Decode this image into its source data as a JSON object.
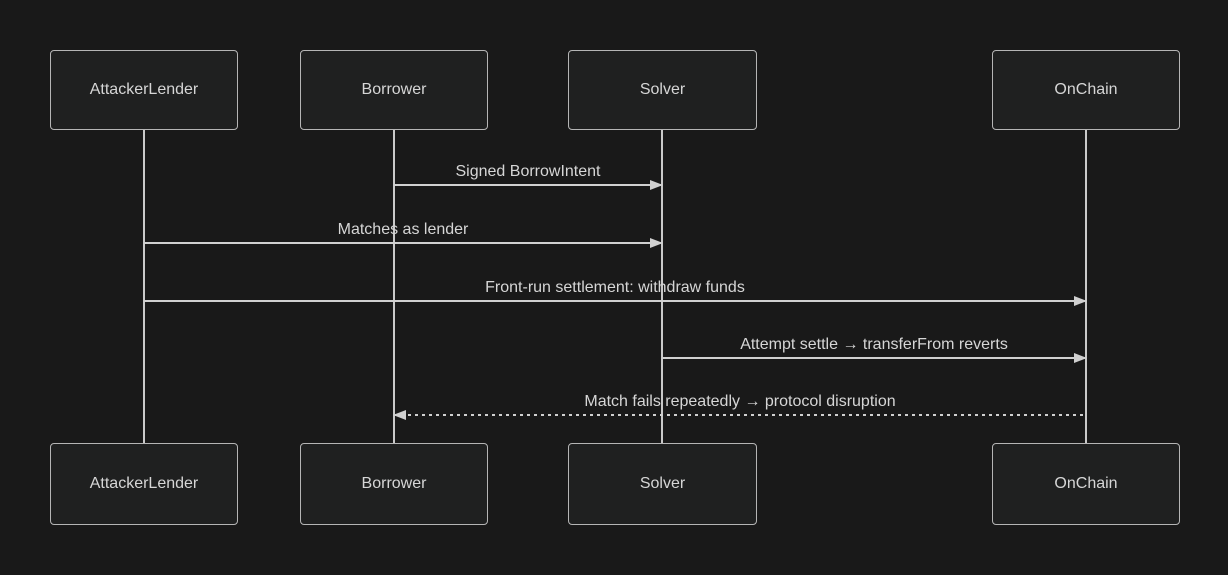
{
  "diagram": {
    "type": "sequence",
    "colors": {
      "background": "#191919",
      "actor_fill": "#1f2020",
      "actor_border": "#b5b5b5",
      "lifeline": "#c9c9c9",
      "message_line": "#d0d0d0",
      "text": "#d6d6d6"
    },
    "actors": [
      {
        "name": "AttackerLender"
      },
      {
        "name": "Borrower"
      },
      {
        "name": "Solver"
      },
      {
        "name": "OnChain"
      }
    ],
    "messages": [
      {
        "from": "Borrower",
        "to": "Solver",
        "style": "solid",
        "label": "Signed BorrowIntent"
      },
      {
        "from": "AttackerLender",
        "to": "Solver",
        "style": "solid",
        "label": "Matches as lender"
      },
      {
        "from": "AttackerLender",
        "to": "OnChain",
        "style": "solid",
        "label": "Front-run settlement: withdraw funds"
      },
      {
        "from": "Solver",
        "to": "OnChain",
        "style": "solid",
        "label": "Attempt settle → transferFrom reverts"
      },
      {
        "from": "OnChain",
        "to": "Borrower",
        "style": "dotted",
        "label": "Match fails repeatedly → protocol disruption"
      }
    ]
  }
}
